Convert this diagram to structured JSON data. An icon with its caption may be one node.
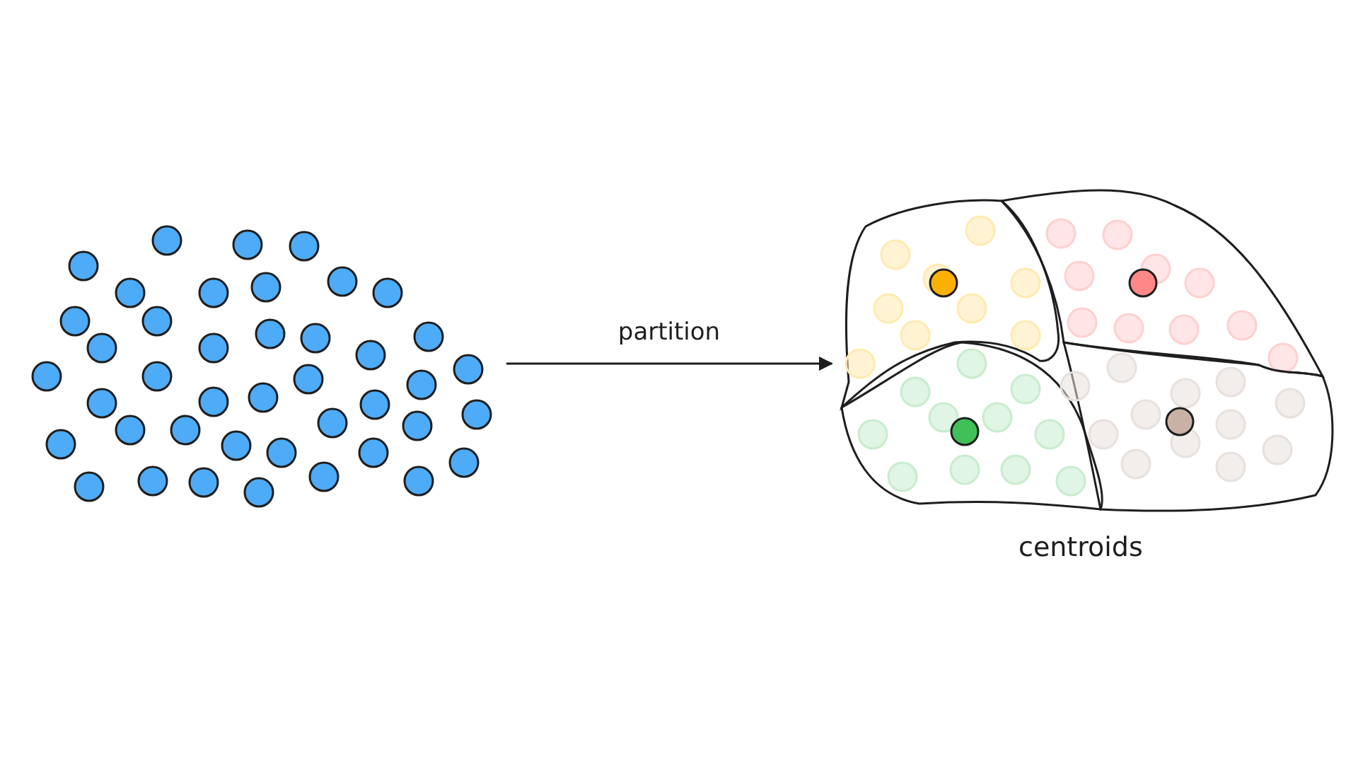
{
  "diagram": {
    "nodes": [
      {
        "text": [],
        "shape": "picture"
      },
      {
        "text": [],
        "shape": "picture",
        "beside": [
          "centroids"
        ]
      }
    ],
    "edges": [
      {
        "from": 0,
        "to": 1,
        "arrow": "to",
        "label": "partition"
      }
    ]
  }
}
